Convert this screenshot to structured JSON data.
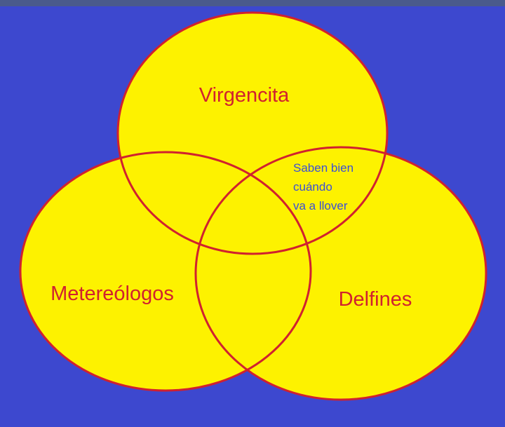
{
  "diagram": {
    "type": "venn",
    "sets": [
      {
        "id": "top",
        "label": "Virgencita"
      },
      {
        "id": "left",
        "label": "Metereólogos"
      },
      {
        "id": "right",
        "label": "Delfines"
      }
    ],
    "intersections": [
      {
        "sets": [
          "top",
          "right"
        ],
        "lines": [
          "Saben bien",
          "cuándo",
          "va a llover"
        ]
      }
    ]
  },
  "colors": {
    "background": "#3d48cf",
    "top_bar": "#4a5a8c",
    "circle_fill": "#fdf200",
    "circle_stroke": "#d0212f",
    "set_label": "#d0212f",
    "intersection_label": "#3a4fd8"
  }
}
